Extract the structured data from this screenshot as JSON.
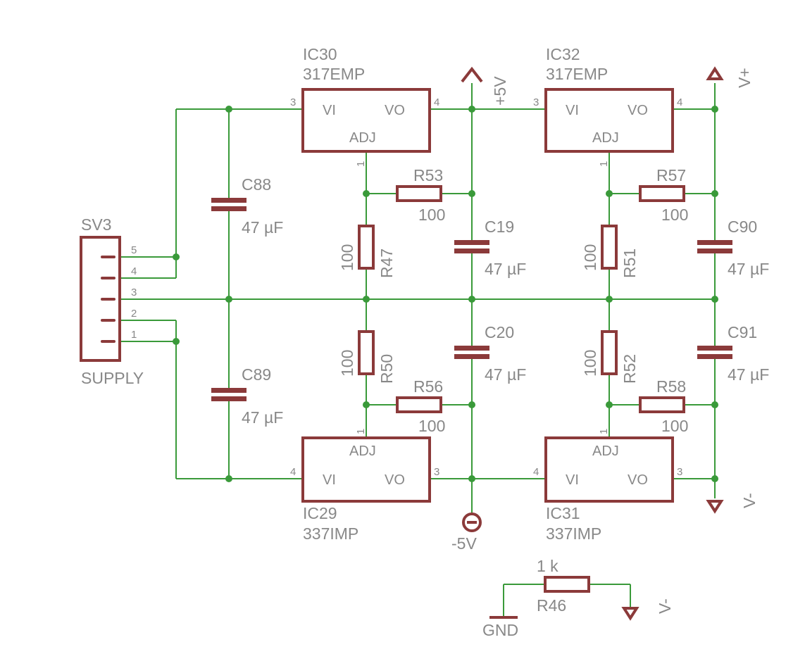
{
  "supply": {
    "name": "SV3",
    "value": "SUPPLY",
    "pins": [
      "5",
      "4",
      "3",
      "2",
      "1"
    ]
  },
  "ic30": {
    "name": "IC30",
    "value": "317EMP",
    "vi": "VI",
    "vo": "VO",
    "adj": "ADJ",
    "p_vi": "3",
    "p_vo": "4",
    "p_adj": "1"
  },
  "ic32": {
    "name": "IC32",
    "value": "317EMP",
    "vi": "VI",
    "vo": "VO",
    "adj": "ADJ",
    "p_vi": "3",
    "p_vo": "4",
    "p_adj": "1"
  },
  "ic29": {
    "name": "IC29",
    "value": "337IMP",
    "vi": "VI",
    "vo": "VO",
    "adj": "ADJ",
    "p_vi": "4",
    "p_vo": "3",
    "p_adj": "1"
  },
  "ic31": {
    "name": "IC31",
    "value": "337IMP",
    "vi": "VI",
    "vo": "VO",
    "adj": "ADJ",
    "p_vi": "4",
    "p_vo": "3",
    "p_adj": "1"
  },
  "c88": {
    "name": "C88",
    "value": "47 µF"
  },
  "c89": {
    "name": "C89",
    "value": "47 µF"
  },
  "c19": {
    "name": "C19",
    "value": "47 µF"
  },
  "c20": {
    "name": "C20",
    "value": "47 µF"
  },
  "c90": {
    "name": "C90",
    "value": "47 µF"
  },
  "c91": {
    "name": "C91",
    "value": "47 µF"
  },
  "r53": {
    "name": "R53",
    "value": "100"
  },
  "r57": {
    "name": "R57",
    "value": "100"
  },
  "r56": {
    "name": "R56",
    "value": "100"
  },
  "r58": {
    "name": "R58",
    "value": "100"
  },
  "r47": {
    "name": "R47",
    "value": "100"
  },
  "r50": {
    "name": "R50",
    "value": "100"
  },
  "r51": {
    "name": "R51",
    "value": "100"
  },
  "r52": {
    "name": "R52",
    "value": "100"
  },
  "r46": {
    "name": "R46",
    "value": "1 k"
  },
  "nets": {
    "p5v": "+5V",
    "m5v": "-5V",
    "vplus": "V+",
    "vminus": "V-",
    "vminus2": "V-",
    "gnd": "GND"
  },
  "colors": {
    "wire": "#3a9a3a",
    "part": "#8b3a3a",
    "text": "#888888"
  }
}
